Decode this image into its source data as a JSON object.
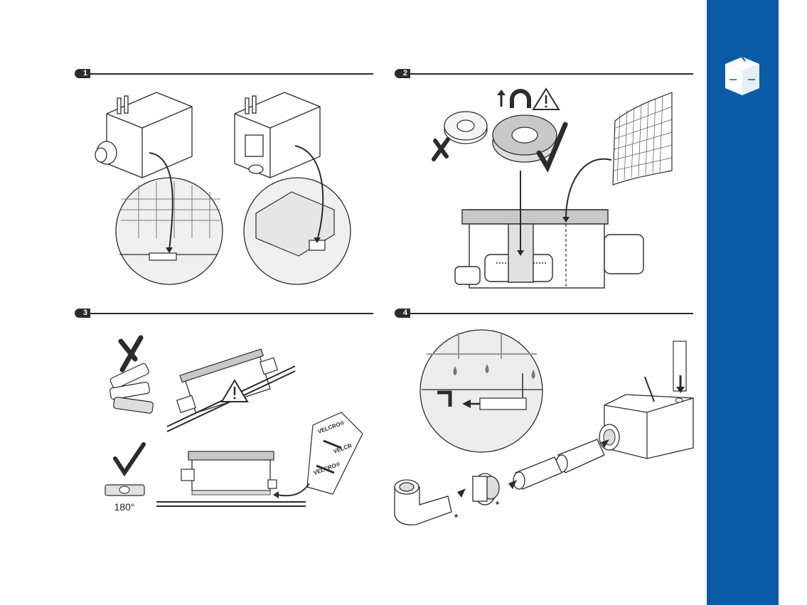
{
  "steps": [
    {
      "number": "1"
    },
    {
      "number": "2"
    },
    {
      "number": "3"
    },
    {
      "number": "4"
    }
  ],
  "step3": {
    "level_label": "180°"
  },
  "step3_velcro": [
    "VELCRO®",
    "VELCR",
    "VELCRO®"
  ],
  "step4": {
    "asterisk_1": "*",
    "asterisk_2": "*"
  },
  "colors": {
    "sidebar": "#0a5aa6",
    "ink": "#2b2b2b",
    "pipe_fill": "#f2f2f2"
  },
  "icons": [
    "box-icon",
    "magnet-icon",
    "warning-icon",
    "check-icon",
    "cross-icon",
    "arrow-icon"
  ]
}
